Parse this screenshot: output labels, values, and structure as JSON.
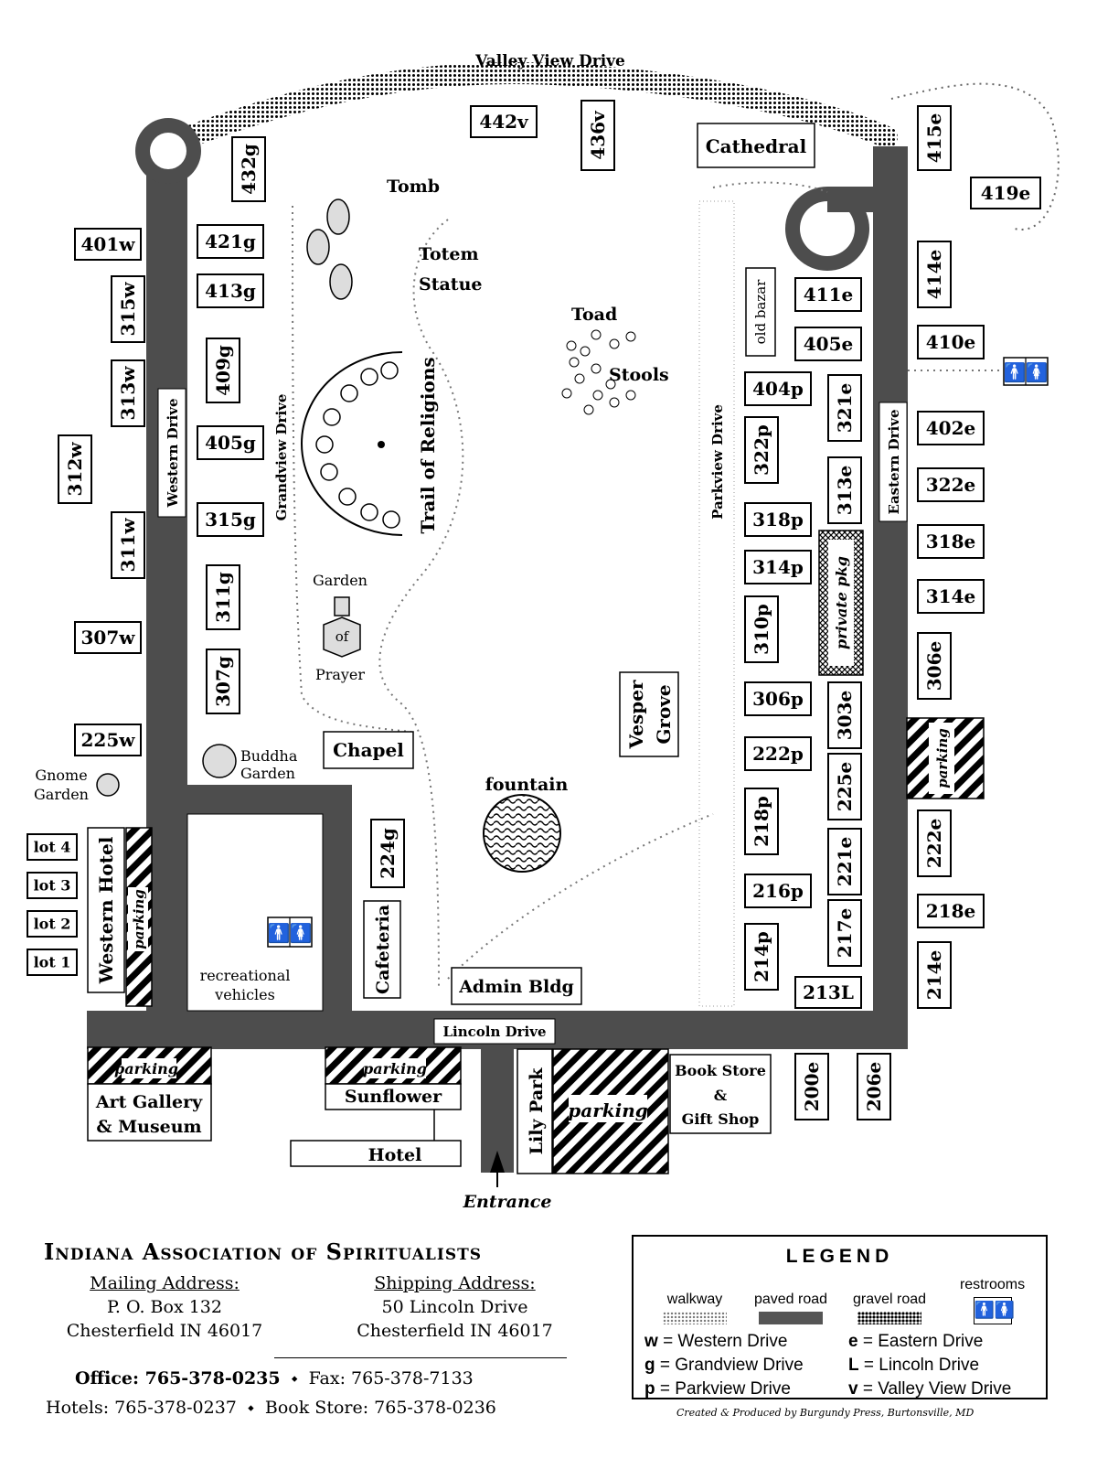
{
  "colors": {
    "paved": "#4d4d4d",
    "box_border": "#000000",
    "background": "#ffffff"
  },
  "roads": {
    "valley_view": "Valley View Drive",
    "western": "Western Drive",
    "grandview": "Grandview Drive",
    "parkview": "Parkview Drive",
    "eastern": "Eastern Drive",
    "lincoln": "Lincoln Drive",
    "trail": "Trail of Religions"
  },
  "lots": {
    "v442": "442v",
    "v436": "436v",
    "e415": "415e",
    "e419": "419e",
    "g432": "432g",
    "w401": "401w",
    "g421": "421g",
    "g413": "413g",
    "w315": "315w",
    "g409": "409g",
    "w313": "313w",
    "g405": "405g",
    "w312": "312w",
    "g315": "315g",
    "w311": "311w",
    "g311": "311g",
    "w307": "307w",
    "g307": "307g",
    "w225": "225w",
    "g224": "224g",
    "e414": "414e",
    "e411": "411e",
    "e410": "410e",
    "e405": "405e",
    "p404": "404p",
    "e321": "321e",
    "e402": "402e",
    "p322": "322p",
    "e313": "313e",
    "e322": "322e",
    "p318": "318p",
    "e318": "318e",
    "p314": "314p",
    "e314": "314e",
    "p310": "310p",
    "e306": "306e",
    "p306": "306p",
    "e303": "303e",
    "p222": "222p",
    "e225": "225e",
    "p218": "218p",
    "e222": "222e",
    "e221": "221e",
    "p216": "216p",
    "e218": "218e",
    "e217": "217e",
    "p214": "214p",
    "e214": "214e",
    "l213": "213L",
    "e200": "200e",
    "e206": "206e",
    "lot4": "lot 4",
    "lot3": "lot 3",
    "lot2": "lot 2",
    "lot1": "lot 1"
  },
  "places": {
    "cathedral": "Cathedral",
    "tomb": "Tomb",
    "totem1": "Totem",
    "totem2": "Statue",
    "toad": "Toad",
    "stools": "Stools",
    "old_bazar": "old bazar",
    "garden_top": "Garden",
    "garden_of": "of",
    "garden_bottom": "Prayer",
    "chapel": "Chapel",
    "buddha1": "Buddha",
    "buddha2": "Garden",
    "gnome1": "Gnome",
    "gnome2": "Garden",
    "fountain": "fountain",
    "vesper1": "Vesper",
    "vesper2": "Grove",
    "private_pkg": "private pkg",
    "parking": "parking",
    "western_hotel": "Western Hotel",
    "rv1": "recreational",
    "rv2": "vehicles",
    "cafeteria": "Cafeteria",
    "admin": "Admin Bldg",
    "art1": "Art Gallery",
    "art2": "& Museum",
    "sunflower": "Sunflower",
    "hotel": "Hotel",
    "lily_park": "Lily Park",
    "book1": "Book Store",
    "book2": "&",
    "book3": "Gift Shop",
    "entrance": "Entrance"
  },
  "footer": {
    "org": "Indiana Association of Spiritualists",
    "mailing_label": "Mailing Address:",
    "mailing_1": "P. O. Box 132",
    "mailing_2": "Chesterfield  IN  46017",
    "shipping_label": "Shipping Address:",
    "shipping_1": "50 Lincoln Drive",
    "shipping_2": "Chesterfield  IN  46017",
    "office": "Office: 765-378-0235",
    "fax": "Fax:  765-378-7133",
    "hotels": "Hotels:  765-378-0237",
    "bookstore": "Book Store:  765-378-0236",
    "credit": "Created & Produced by Burgundy Press, Burtonsville, MD"
  },
  "legend": {
    "title": "LEGEND",
    "walkway": "walkway",
    "paved": "paved road",
    "gravel": "gravel road",
    "restrooms": "restrooms",
    "w": "= Western Drive",
    "g": "= Grandview Drive",
    "p": "= Parkview Drive",
    "e": "= Eastern Drive",
    "L": "= Lincoln Drive",
    "v": "= Valley View Drive",
    "w_key": "w",
    "g_key": "g",
    "p_key": "p",
    "e_key": "e",
    "L_key": "L",
    "v_key": "v"
  }
}
